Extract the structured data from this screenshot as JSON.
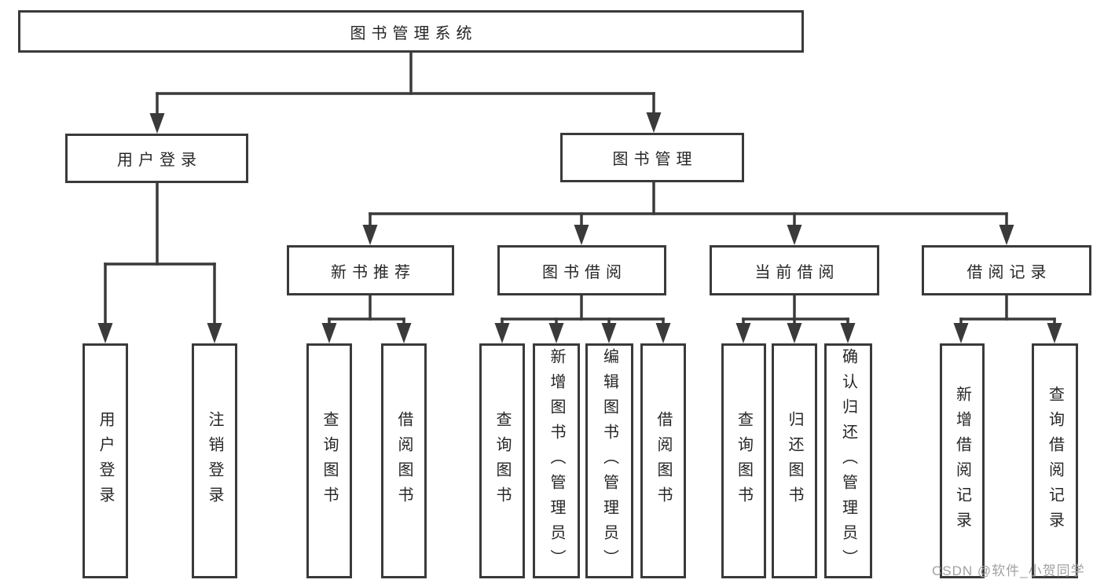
{
  "colors": {
    "line": "#3a3a3a",
    "box_border": "#3a3a3a",
    "text": "#262626",
    "watermark": "#a1a1a1",
    "background": "#ffffff"
  },
  "root": {
    "label": "图书管理系统"
  },
  "level2": [
    {
      "label": "用户登录"
    },
    {
      "label": "图书管理"
    }
  ],
  "level3": [
    {
      "label": "新书推荐",
      "parent": "图书管理"
    },
    {
      "label": "图书借阅",
      "parent": "图书管理"
    },
    {
      "label": "当前借阅",
      "parent": "图书管理"
    },
    {
      "label": "借阅记录",
      "parent": "图书管理"
    }
  ],
  "leaves": [
    {
      "label": "用户登录",
      "parent": "用户登录"
    },
    {
      "label": "注销登录",
      "parent": "用户登录"
    },
    {
      "label": "查询图书",
      "parent": "新书推荐"
    },
    {
      "label": "借阅图书",
      "parent": "新书推荐"
    },
    {
      "label": "查询图书",
      "parent": "图书借阅"
    },
    {
      "label": "新增图书（管理员）",
      "parent": "图书借阅"
    },
    {
      "label": "编辑图书（管理员）",
      "parent": "图书借阅"
    },
    {
      "label": "借阅图书",
      "parent": "图书借阅"
    },
    {
      "label": "查询图书",
      "parent": "当前借阅"
    },
    {
      "label": "归还图书",
      "parent": "当前借阅"
    },
    {
      "label": "确认归还（管理员）",
      "parent": "当前借阅"
    },
    {
      "label": "新增借阅记录",
      "parent": "借阅记录"
    },
    {
      "label": "查询借阅记录",
      "parent": "借阅记录"
    }
  ],
  "watermark": {
    "text": "CSDN @软件_小贺同学"
  }
}
